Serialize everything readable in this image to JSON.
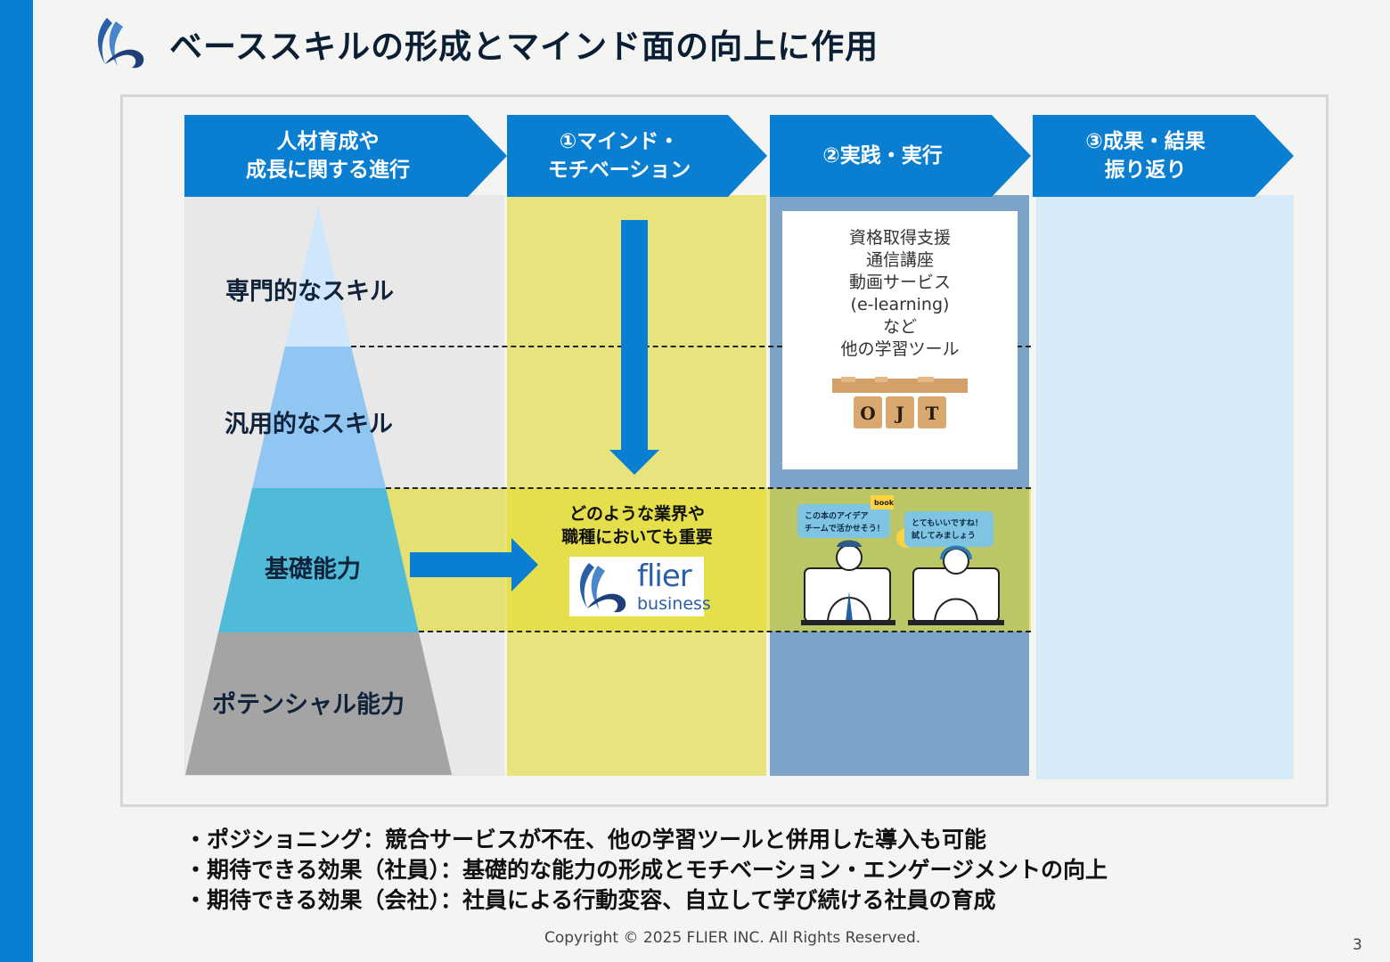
{
  "header": {
    "title": "ベーススキルの形成とマインド面の向上に作用"
  },
  "colors": {
    "accent": "#0a7fd1",
    "yellow": "#e7e47e",
    "steel": "#7ca4c9",
    "light_blue": "#d7eaf8"
  },
  "columns": [
    {
      "line1": "人材育成や",
      "line2": "成長に関する進行"
    },
    {
      "line1": "①マインド・",
      "line2": "モチベーション"
    },
    {
      "line1": "②実践・実行",
      "line2": ""
    },
    {
      "line1": "③成果・結果",
      "line2": "振り返り"
    }
  ],
  "pyramid": {
    "levels": [
      "専門的なスキル",
      "汎用的なスキル",
      "基礎能力",
      "ポテンシャル能力"
    ],
    "colors": [
      "#cfe6fb",
      "#92c6f2",
      "#4fbbd9",
      "#a4a4a4"
    ]
  },
  "middle": {
    "caption_line1": "どのような業界や",
    "caption_line2": "職種においても重要",
    "logo_word": "flier",
    "logo_sub": "business"
  },
  "tools": {
    "lines": [
      "資格取得支援",
      "通信講座",
      "動画サービス",
      "(e-learning)",
      "など",
      "他の学習ツール"
    ],
    "ojt_letters": [
      "O",
      "J",
      "T"
    ]
  },
  "illustration": {
    "bubble_left_1": "この本のアイデア",
    "bubble_left_2": "チームで活かせそう！",
    "bubble_right_1": "とてもいいですね！",
    "bubble_right_2": "試してみましょう",
    "book_tag": "book"
  },
  "bullets": [
    "・ポジショニング：競合サービスが不在、他の学習ツールと併用した導入も可能",
    "・期待できる効果（社員）：基礎的な能力の形成とモチベーション・エンゲージメントの向上",
    "・期待できる効果（会社）：社員による行動変容、自立して学び続ける社員の育成"
  ],
  "footer": {
    "copyright": "Copyright © 2025 FLIER INC. All Rights Reserved.",
    "page": "3"
  }
}
